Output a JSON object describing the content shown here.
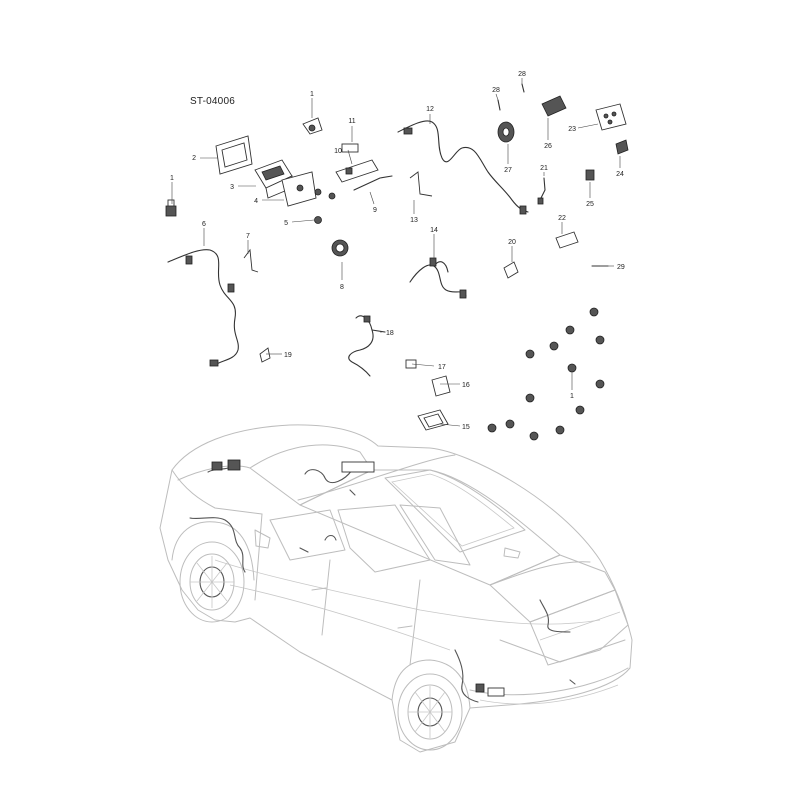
{
  "diagram_code": "ST-04006",
  "callouts": [
    {
      "id": "c1a",
      "text": "1"
    },
    {
      "id": "c1b",
      "text": "1"
    },
    {
      "id": "c1c",
      "text": "1"
    },
    {
      "id": "c2",
      "text": "2"
    },
    {
      "id": "c3",
      "text": "3"
    },
    {
      "id": "c4",
      "text": "4"
    },
    {
      "id": "c5",
      "text": "5"
    },
    {
      "id": "c6",
      "text": "6"
    },
    {
      "id": "c7",
      "text": "7"
    },
    {
      "id": "c8",
      "text": "8"
    },
    {
      "id": "c9",
      "text": "9"
    },
    {
      "id": "c10",
      "text": "10"
    },
    {
      "id": "c11",
      "text": "11"
    },
    {
      "id": "c12",
      "text": "12"
    },
    {
      "id": "c13",
      "text": "13"
    },
    {
      "id": "c14",
      "text": "14"
    },
    {
      "id": "c15",
      "text": "15"
    },
    {
      "id": "c16",
      "text": "16"
    },
    {
      "id": "c17",
      "text": "17"
    },
    {
      "id": "c18",
      "text": "18"
    },
    {
      "id": "c19",
      "text": "19"
    },
    {
      "id": "c20",
      "text": "20"
    },
    {
      "id": "c21",
      "text": "21"
    },
    {
      "id": "c22",
      "text": "22"
    },
    {
      "id": "c23",
      "text": "23"
    },
    {
      "id": "c24",
      "text": "24"
    },
    {
      "id": "c25",
      "text": "25"
    },
    {
      "id": "c26",
      "text": "26"
    },
    {
      "id": "c27",
      "text": "27"
    },
    {
      "id": "c28a",
      "text": "28"
    },
    {
      "id": "c28b",
      "text": "28"
    },
    {
      "id": "c29",
      "text": "29"
    }
  ]
}
